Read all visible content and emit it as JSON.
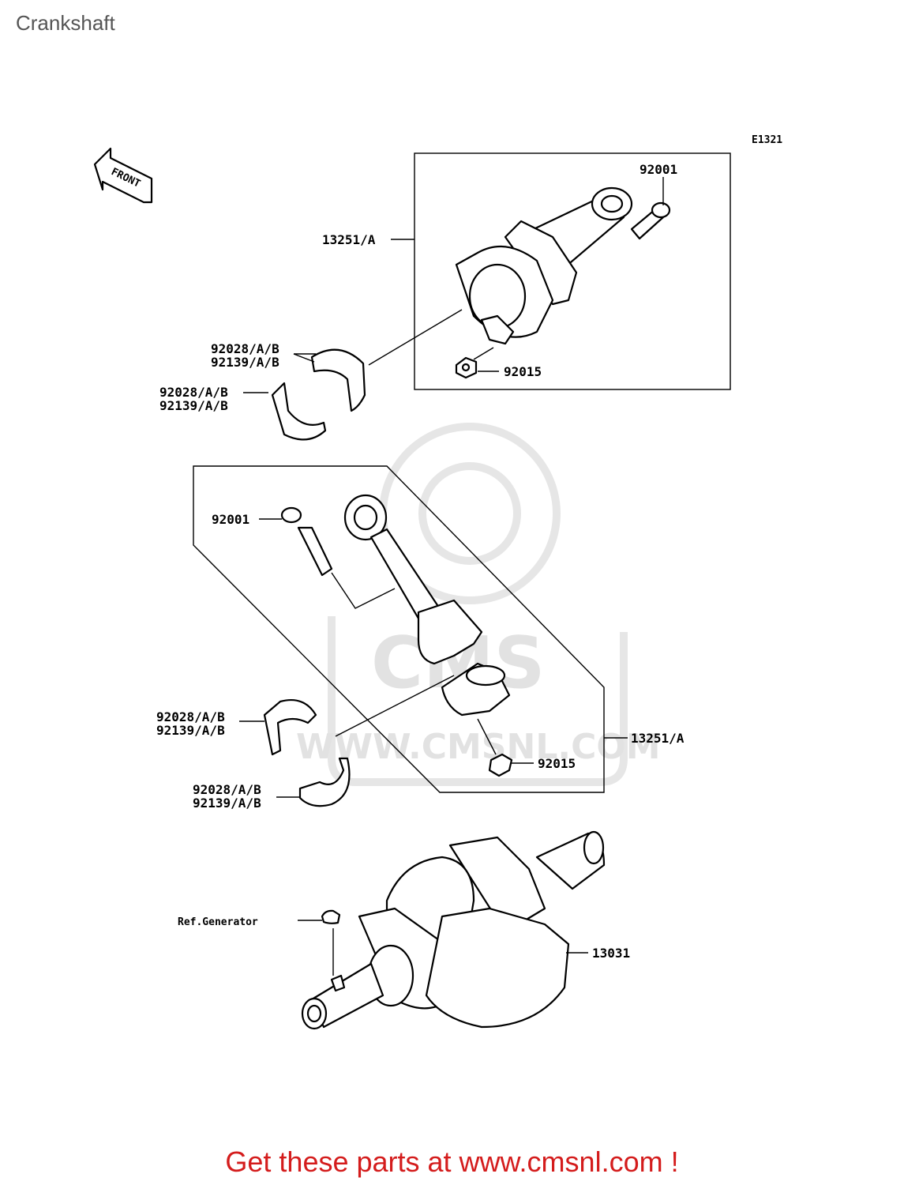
{
  "page": {
    "title": "Crankshaft"
  },
  "diagram": {
    "code": "E1321",
    "front": "FRONT",
    "labels": {
      "upper_rod_set": "13251/A",
      "upper_bolt": "92001",
      "upper_nut": "92015",
      "upper_bearing_1a": "92028/A/B",
      "upper_bearing_1b": "92139/A/B",
      "upper_bearing_2a": "92028/A/B",
      "upper_bearing_2b": "92139/A/B",
      "lower_bolt": "92001",
      "lower_rod_set": "13251/A",
      "lower_nut": "92015",
      "lower_bearing_1a": "92028/A/B",
      "lower_bearing_1b": "92139/A/B",
      "lower_bearing_2a": "92028/A/B",
      "lower_bearing_2b": "92139/A/B",
      "ref_generator": "Ref.Generator",
      "crankshaft": "13031"
    },
    "watermark": "WWW.CMSNL.COM"
  },
  "footer": {
    "cta": "Get these parts at www.cmsnl.com !"
  },
  "colors": {
    "footer": "#d41c1c",
    "title": "#555555",
    "watermark": "#e2e2e2"
  }
}
